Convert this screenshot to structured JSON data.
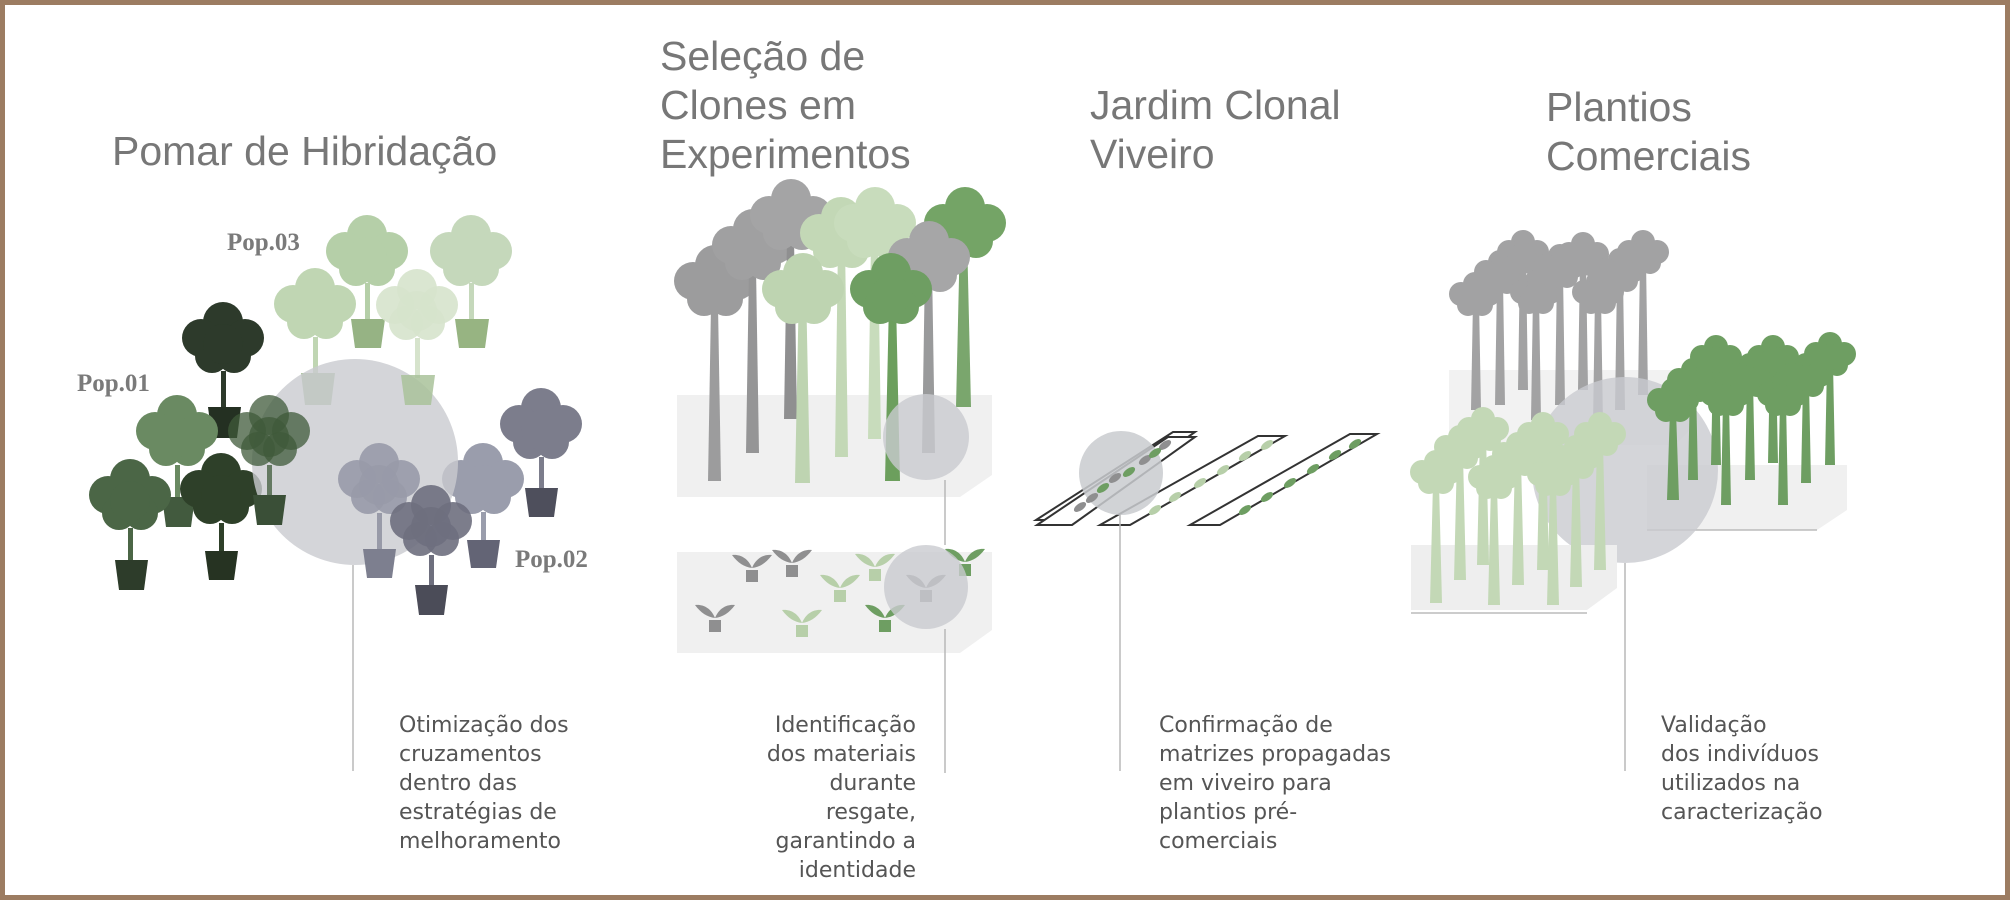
{
  "colors": {
    "frame": "#9c7c62",
    "title_text": "#777777",
    "body_text": "#555555",
    "pop01_dark": "#2d3a2b",
    "pop01_mid": "#4a6a47",
    "pop02": "#7c7d8c",
    "pop03": "#b5cfa8",
    "gray_tree": "#a2a2a3",
    "green_tree": "#6e9e62",
    "light_green_tree": "#c3d8b6",
    "highlight_circle": "#c9cbcf",
    "platform": "#f0f0f0"
  },
  "stages": [
    {
      "title_lines": [
        "Pomar de Hibridação"
      ],
      "description_lines": [
        "Otimização dos",
        "cruzamentos",
        "dentro das",
        "estratégias de",
        "melhoramento"
      ],
      "population_labels": [
        "Pop.03",
        "Pop.01",
        "Pop.02"
      ]
    },
    {
      "title_lines": [
        "Seleção de",
        "Clones em",
        "Experimentos"
      ],
      "description_lines": [
        "Identificação",
        "dos materiais",
        "durante",
        "resgate,",
        "garantindo a",
        "identidade"
      ]
    },
    {
      "title_lines": [
        "Jardim Clonal",
        "Viveiro"
      ],
      "description_lines": [
        "Confirmação de",
        "matrizes propagadas",
        "em viveiro para",
        "plantios pré-",
        "comerciais"
      ]
    },
    {
      "title_lines": [
        "Plantios",
        "Comerciais"
      ],
      "description_lines": [
        "Validação",
        "dos indivíduos",
        "utilizados na",
        "caracterização"
      ]
    }
  ],
  "icons": [
    "potted-tree-icon",
    "tall-tree-icon",
    "seedling-icon",
    "nursery-tray-icon",
    "highlight-circle-icon"
  ]
}
